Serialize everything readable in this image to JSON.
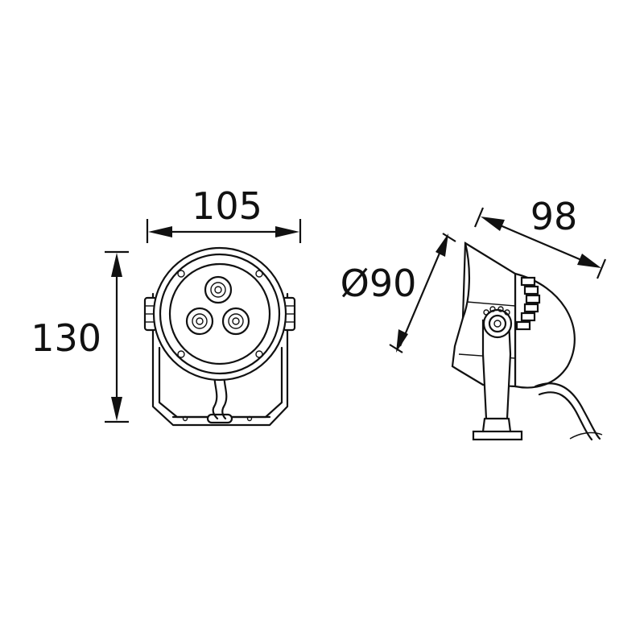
{
  "dimensions": {
    "width_front": "105",
    "height_front": "130",
    "diameter_side": "Ø90",
    "length_side": "98"
  }
}
